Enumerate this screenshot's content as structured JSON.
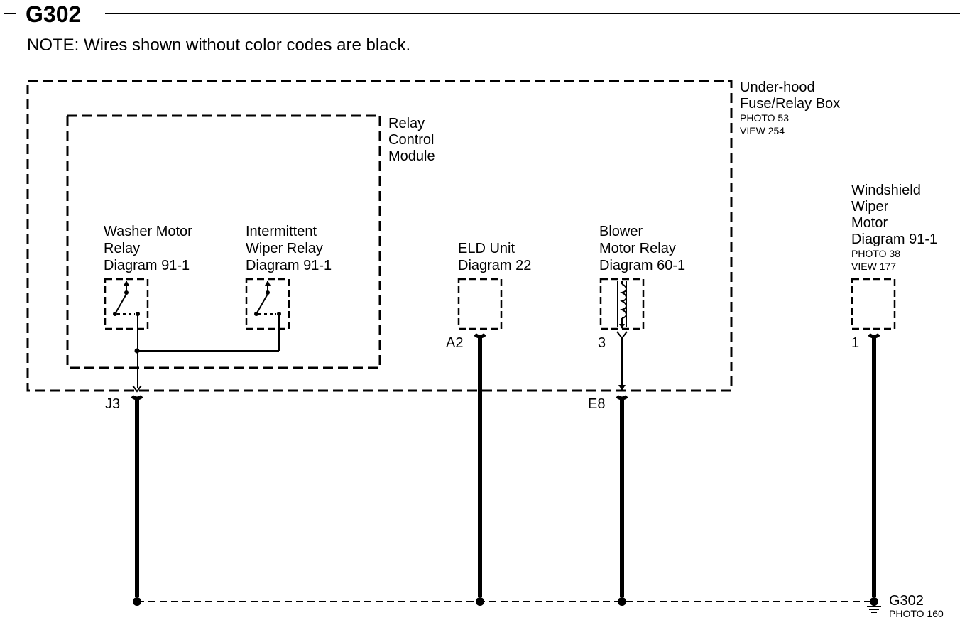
{
  "header": {
    "title": "G302",
    "note": "NOTE: Wires shown without color codes are black."
  },
  "fuse_box": {
    "name_lines": [
      "Under-hood",
      "Fuse/Relay Box"
    ],
    "photo": "PHOTO 53",
    "view": "VIEW 254"
  },
  "relay_module": {
    "name_lines": [
      "Relay",
      "Control",
      "Module"
    ]
  },
  "components": {
    "washer_relay": {
      "lines": [
        "Washer Motor",
        "Relay",
        "Diagram 91-1"
      ]
    },
    "intermittent_relay": {
      "lines": [
        "Intermittent",
        "Wiper Relay",
        "Diagram 91-1"
      ]
    },
    "eld_unit": {
      "lines": [
        "ELD Unit",
        "Diagram 22"
      ],
      "pin": "A2"
    },
    "blower_relay": {
      "lines": [
        "Blower",
        "Motor Relay",
        "Diagram 60-1"
      ],
      "pin": "3"
    },
    "wiper_motor": {
      "lines": [
        "Windshield",
        "Wiper",
        "Motor",
        "Diagram 91-1"
      ],
      "photo": "PHOTO 38",
      "view": "VIEW 177",
      "pin": "1"
    }
  },
  "terminals": {
    "j3": "J3",
    "e8": "E8"
  },
  "ground": {
    "label": "G302",
    "photo": "PHOTO 160"
  }
}
